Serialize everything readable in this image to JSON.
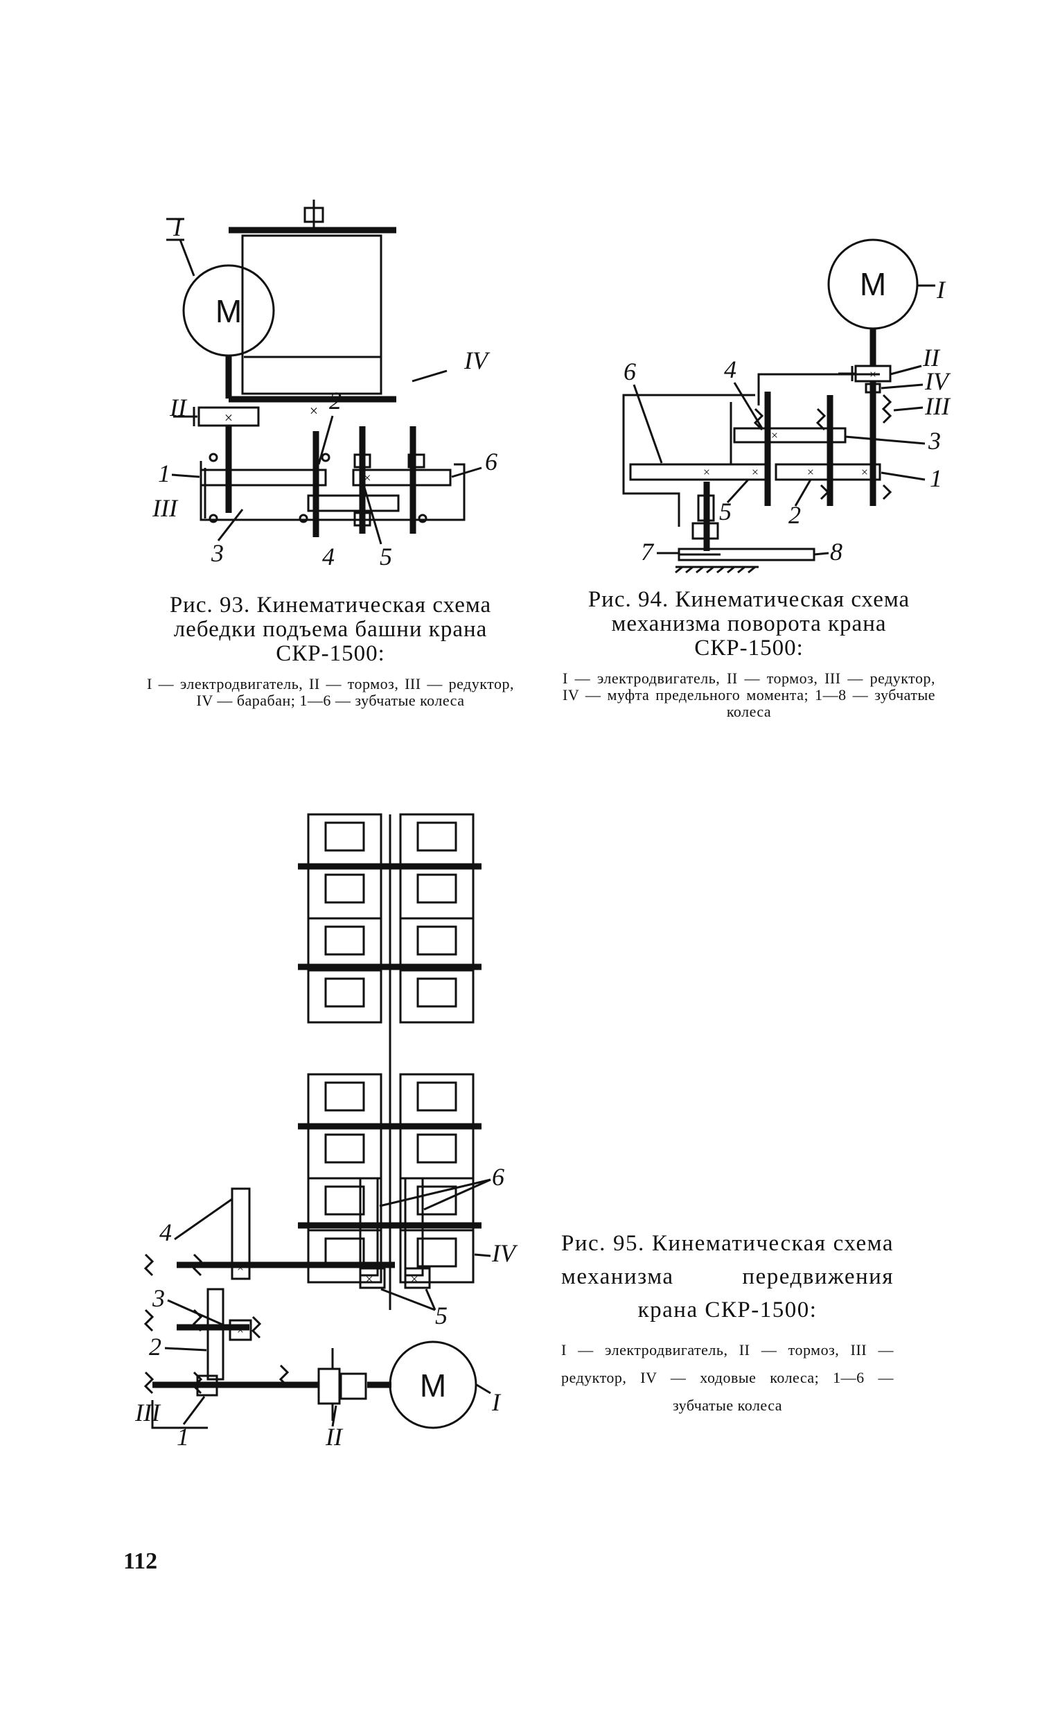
{
  "figures": {
    "fig93": {
      "caption_title": "Рис. 93. Кинематическая схема лебедки подъема башни крана СКР-1500:",
      "caption_legend": "I — электродвигатель, II — тормоз, III — редуктор, IV — барабан; 1—6 — зубчатые колеса",
      "labels": {
        "motor_symbol": "M",
        "I": "I",
        "II": "II",
        "III": "III",
        "IV": "IV",
        "n1": "1",
        "n2": "2",
        "n3": "3",
        "n4": "4",
        "n5": "5",
        "n6": "6"
      }
    },
    "fig94": {
      "caption_title": "Рис. 94. Кинематическая схема механизма поворота крана СКР-1500:",
      "caption_legend": "I — электродвигатель, II — тормоз, III — редуктор, IV — муфта предельного момента; 1—8 — зубчатые колеса",
      "labels": {
        "motor_symbol": "M",
        "I": "I",
        "II": "II",
        "III": "III",
        "IV": "IV",
        "n1": "1",
        "n2": "2",
        "n3": "3",
        "n4": "4",
        "n5": "5",
        "n6": "6",
        "n7": "7",
        "n8": "8"
      }
    },
    "fig95": {
      "caption_title": "Рис. 95. Кинематическая схема механизма передвижения крана СКР-1500:",
      "caption_legend": "I — электродвигатель, II — тормоз, III — редуктор, IV — ходовые колеса; 1—6 — зубчатые колеса",
      "labels": {
        "motor_symbol": "M",
        "I": "I",
        "II": "II",
        "III": "III",
        "IV": "IV",
        "n1": "1",
        "n2": "2",
        "n3": "3",
        "n4": "4",
        "n5": "5",
        "n6": "6"
      }
    }
  },
  "page_number": "112"
}
